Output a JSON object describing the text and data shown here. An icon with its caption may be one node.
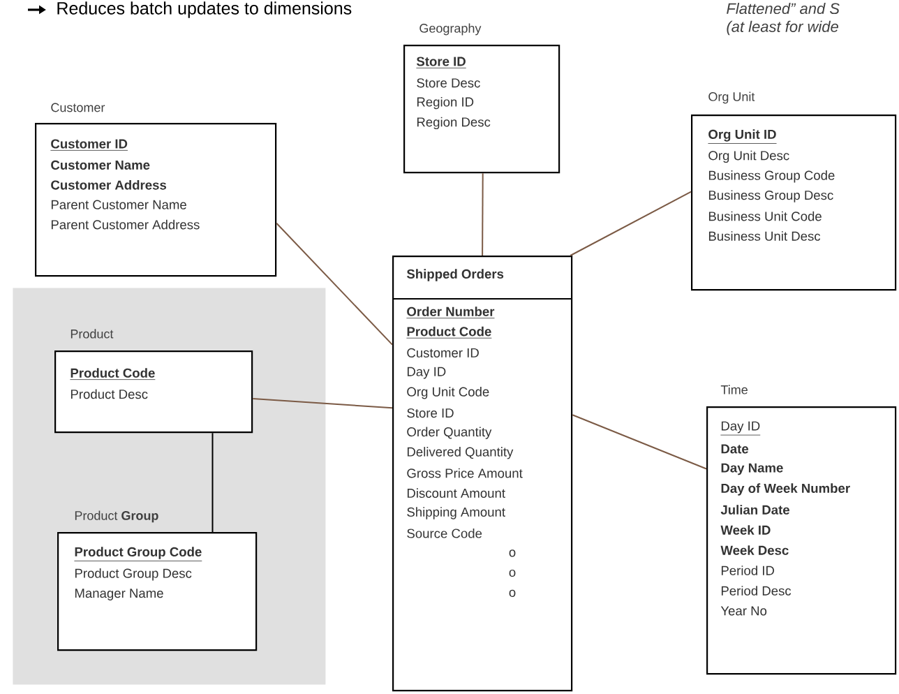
{
  "diagram": {
    "nodes": [
      {
        "text": [
          "Geography",
          "Store ID",
          "Store Desc",
          "Region ID",
          "Region Desc"
        ]
      },
      {
        "text": [
          "Customer",
          "Customer ID",
          "Customer Name",
          "Customer Address",
          "Parent Customer Name",
          "Parent Customer Address"
        ]
      },
      {
        "text": [
          "Org Unit",
          "Org Unit ID",
          "Org Unit Desc",
          "Business Group Code",
          "Business Group Desc",
          "Business Unit Code",
          "Business Unit Desc"
        ]
      },
      {
        "text": [
          "Shipped Orders",
          "Order Number",
          "Product Code",
          "Customer ID",
          "Day ID",
          "Org Unit Code",
          "Store ID",
          "Order Quantity",
          "Delivered Quantity",
          "Gross Price Amount",
          "Discount Amount",
          "Shipping Amount",
          "Source Code",
          "o",
          "o",
          "o"
        ]
      },
      {
        "text": [],
        "shape": "box"
      },
      {
        "text": [
          "Product",
          "Product Code",
          "Product  Desc"
        ],
        "in": 4
      },
      {
        "text": [
          "Product **Group**",
          "Product Group Code",
          "Product Group Desc",
          "Manager Name"
        ],
        "in": 4
      },
      {
        "text": [
          "Time",
          "Day ID",
          "Date",
          "Day Name",
          "Day of Week Number",
          "Julian Date",
          "Week ID",
          "Week Desc",
          "Period ID",
          "Period Desc",
          "Year No"
        ]
      }
    ],
    "edges": [
      {
        "from": 0,
        "to": 3,
        "arrow": "none"
      },
      {
        "from": 1,
        "to": 3,
        "arrow": "none"
      },
      {
        "from": 2,
        "to": 3,
        "arrow": "none"
      },
      {
        "from": 5,
        "to": 3,
        "arrow": "none"
      },
      {
        "from": 5,
        "to": 6,
        "arrow": "none",
        "color": "#000000"
      },
      {
        "from": 3,
        "to": 7,
        "arrow": "none"
      }
    ],
    "labels": [
      "Reduces batch updates to dimensions",
      "Flattened” and S",
      "(at least for wide"
    ]
  }
}
